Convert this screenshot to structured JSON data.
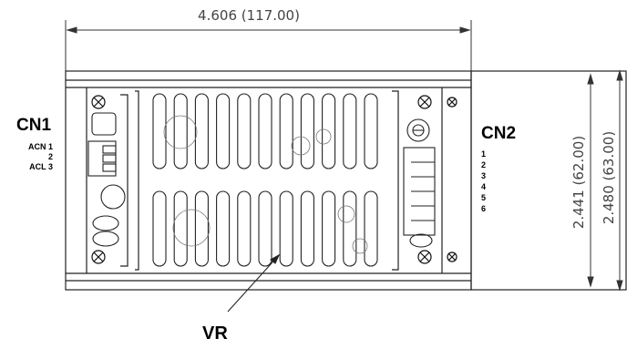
{
  "dimensions": {
    "width": "4.606 (117.00)",
    "height_inner": "2.441 (62.00)",
    "height_outer": "2.480 (63.00)"
  },
  "cn1": {
    "title": "CN1",
    "pins": [
      "ACN 1",
      "2",
      "ACL 3"
    ]
  },
  "cn2": {
    "title": "CN2",
    "pins": [
      "1",
      "2",
      "3",
      "4",
      "5",
      "6"
    ]
  },
  "vr": {
    "label": "VR"
  }
}
